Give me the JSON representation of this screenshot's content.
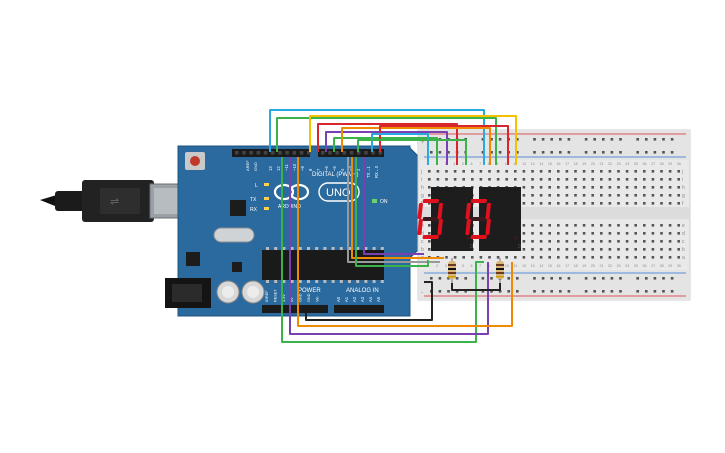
{
  "arduino": {
    "aref": "AREF",
    "gnd": "GND",
    "digital_label": "DIGITAL (PWM~)",
    "uno": "UNO",
    "brand": "ARDUINO",
    "on": "ON",
    "tx": "TX",
    "rx": "RX",
    "l": "L",
    "tx_pin": "TX→1",
    "rx_pin": "RX←0",
    "power_label": "POWER",
    "analog_label": "ANALOG IN",
    "digital_pins": [
      "13",
      "12",
      "~11",
      "~10",
      "~9",
      "8",
      "7",
      "~6",
      "~5",
      "4",
      "~3",
      "2"
    ],
    "power_pins": [
      "IOREF",
      "RESET",
      "3.3V",
      "5V",
      "GND",
      "GND",
      "Vin"
    ],
    "analog_pins": [
      "A0",
      "A1",
      "A2",
      "A3",
      "A4",
      "A5"
    ]
  },
  "breadboard": {
    "row_letters_top": [
      "j",
      "i",
      "h",
      "g",
      "f"
    ],
    "row_letters_bottom": [
      "e",
      "d",
      "c",
      "b",
      "a"
    ],
    "columns": [
      "1",
      "2",
      "3",
      "4",
      "5",
      "6",
      "7",
      "8",
      "9",
      "10",
      "11",
      "12",
      "13",
      "14",
      "15",
      "16",
      "17",
      "18",
      "19",
      "20",
      "21",
      "22",
      "23",
      "24",
      "25",
      "26",
      "27",
      "28",
      "29",
      "30"
    ],
    "plus": "+",
    "minus": "-"
  },
  "displays": [
    {
      "digit": "0"
    },
    {
      "digit": "0"
    }
  ],
  "colors": {
    "board": "#2a6a9e",
    "wire_blue": "#2aa8e0",
    "wire_green": "#3cb34a",
    "wire_yellow": "#f2c200",
    "wire_red": "#d9262c",
    "wire_orange": "#f08a00",
    "wire_purple": "#7a3fb0",
    "wire_black": "#222222",
    "segment_on": "#e0101c"
  }
}
